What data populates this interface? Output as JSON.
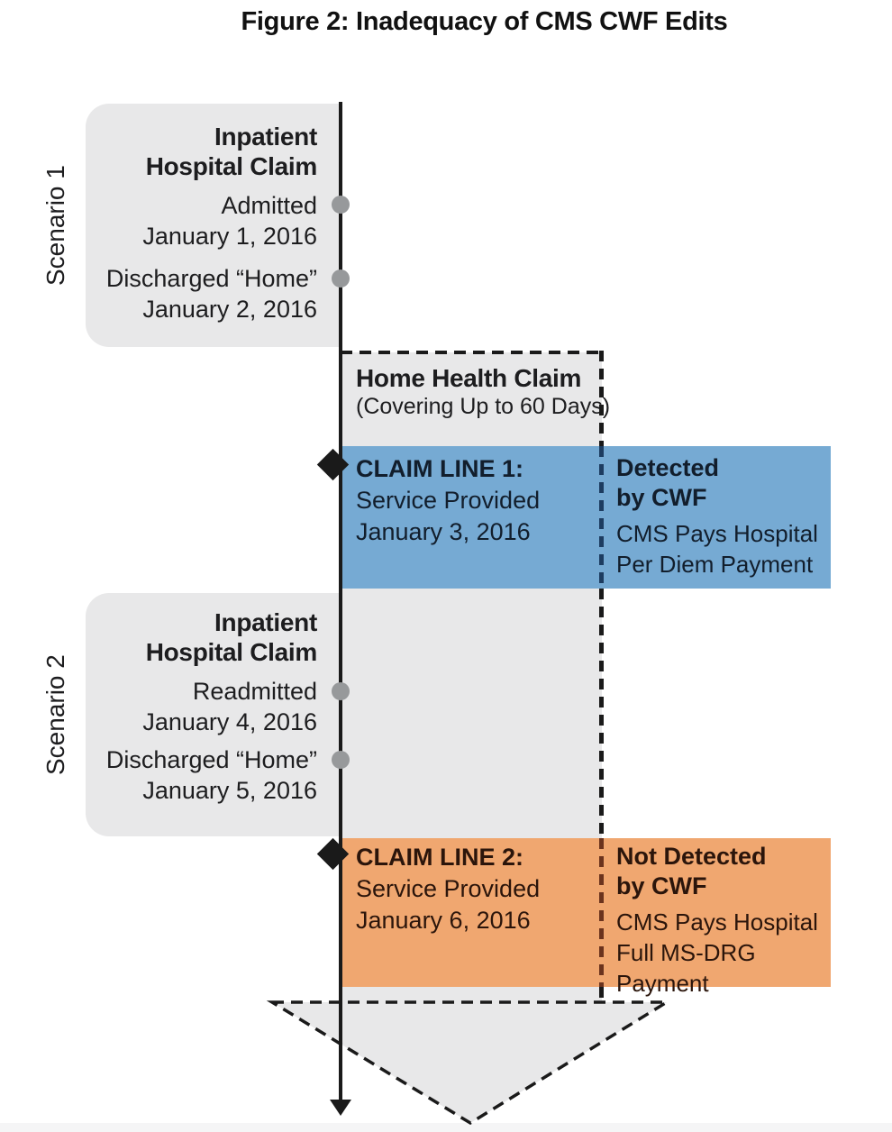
{
  "title": "Figure 2: Inadequacy of CMS CWF Edits",
  "colors": {
    "scenario_box_gray": "#e8e8e9",
    "detected_blue": "#76aad3",
    "not_detected_orange": "#f0a770",
    "timeline_black": "#1a1a1a",
    "event_dot_gray": "#97999b"
  },
  "scenario1": {
    "label": "Scenario 1",
    "box_heading_line1": "Inpatient",
    "box_heading_line2": "Hospital Claim",
    "event1_label": "Admitted",
    "event1_date": "January 1, 2016",
    "event2_label": "Discharged “Home”",
    "event2_date": "January 2, 2016"
  },
  "home_health": {
    "heading": "Home Health Claim",
    "subheading": "(Covering Up to 60 Days)"
  },
  "claim1": {
    "heading": "CLAIM LINE 1:",
    "line1": "Service Provided",
    "line2": "January 3, 2016",
    "result_heading_line1": "Detected",
    "result_heading_line2": "by CWF",
    "result_line1": "CMS Pays Hospital",
    "result_line2": "Per Diem Payment"
  },
  "scenario2": {
    "label": "Scenario 2",
    "box_heading_line1": "Inpatient",
    "box_heading_line2": "Hospital Claim",
    "event1_label": "Readmitted",
    "event1_date": "January 4, 2016",
    "event2_label": "Discharged “Home”",
    "event2_date": "January 5, 2016"
  },
  "claim2": {
    "heading": "CLAIM LINE 2:",
    "line1": "Service Provided",
    "line2": "January 6, 2016",
    "result_heading_line1": "Not Detected",
    "result_heading_line2": "by CWF",
    "result_line1": "CMS Pays Hospital",
    "result_line2": "Full MS-DRG",
    "result_line3": "Payment"
  }
}
